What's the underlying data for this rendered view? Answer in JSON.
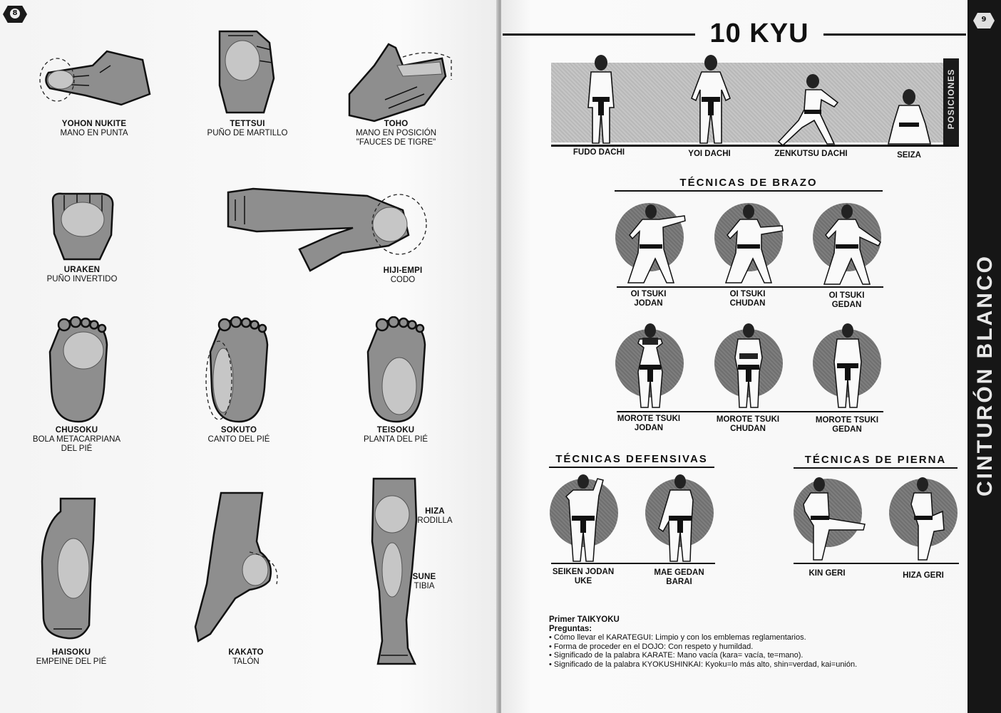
{
  "left_page": {
    "page_number": "8",
    "items": [
      {
        "name": "YOHON NUKITE",
        "desc": "MANO EN PUNTA"
      },
      {
        "name": "TETTSUI",
        "desc": "PUÑO DE MARTILLO"
      },
      {
        "name": "TOHO",
        "desc": "MANO EN POSICIÓN",
        "desc2": "\"FAUCES DE TIGRE\""
      },
      {
        "name": "URAKEN",
        "desc": "PUÑO INVERTIDO"
      },
      {
        "name": "HIJI-EMPI",
        "desc": "CODO"
      },
      {
        "name": "CHUSOKU",
        "desc": "BOLA METACARPIANA",
        "desc2": "DEL PIÉ"
      },
      {
        "name": "SOKUTO",
        "desc": "CANTO DEL PIÉ"
      },
      {
        "name": "TEISOKU",
        "desc": "PLANTA DEL PIÉ"
      },
      {
        "name": "HIZA",
        "desc": "RODILLA"
      },
      {
        "name": "SUNE",
        "desc": "TIBIA"
      },
      {
        "name": "HAISOKU",
        "desc": "EMPEINE DEL PIÉ"
      },
      {
        "name": "KAKATO",
        "desc": "TALÓN"
      }
    ]
  },
  "right_page": {
    "page_number": "9",
    "title": "10 KYU",
    "side_tab": "CINTURÓN BLANCO",
    "positions_tab": "POSICIONES",
    "positions": [
      "FUDO DACHI",
      "YOI DACHI",
      "ZENKUTSU DACHI",
      "SEIZA"
    ],
    "arm_section": "TÉCNICAS DE BRAZO",
    "arm_row1": [
      {
        "l1": "OI TSUKI",
        "l2": "JODAN"
      },
      {
        "l1": "OI TSUKI",
        "l2": "CHUDAN"
      },
      {
        "l1": "OI TSUKI",
        "l2": "GEDAN"
      }
    ],
    "arm_row2": [
      {
        "l1": "MOROTE TSUKI",
        "l2": "JODAN"
      },
      {
        "l1": "MOROTE TSUKI",
        "l2": "CHUDAN"
      },
      {
        "l1": "MOROTE TSUKI",
        "l2": "GEDAN"
      }
    ],
    "def_section": "TÉCNICAS DEFENSIVAS",
    "def_items": [
      {
        "l1": "SEIKEN JODAN",
        "l2": "UKE"
      },
      {
        "l1": "MAE GEDAN",
        "l2": "BARAI"
      }
    ],
    "leg_section": "TÉCNICAS DE PIERNA",
    "leg_items": [
      "KIN GERI",
      "HIZA GERI"
    ],
    "taikyoku": "Primer TAIKYOKU",
    "questions_heading": "Preguntas:",
    "questions": [
      "Cómo llevar el KARATEGUI: Limpio y con los emblemas reglamentarios.",
      "Forma de proceder en el DOJO: Con respeto y humildad.",
      "Significado de la palabra KARATE: Mano vacía (kara= vacía, te=mano).",
      "Significado de la palabra KYOKUSHINKAI: Kyoku=lo más alto, shin=verdad, kai=unión."
    ]
  }
}
